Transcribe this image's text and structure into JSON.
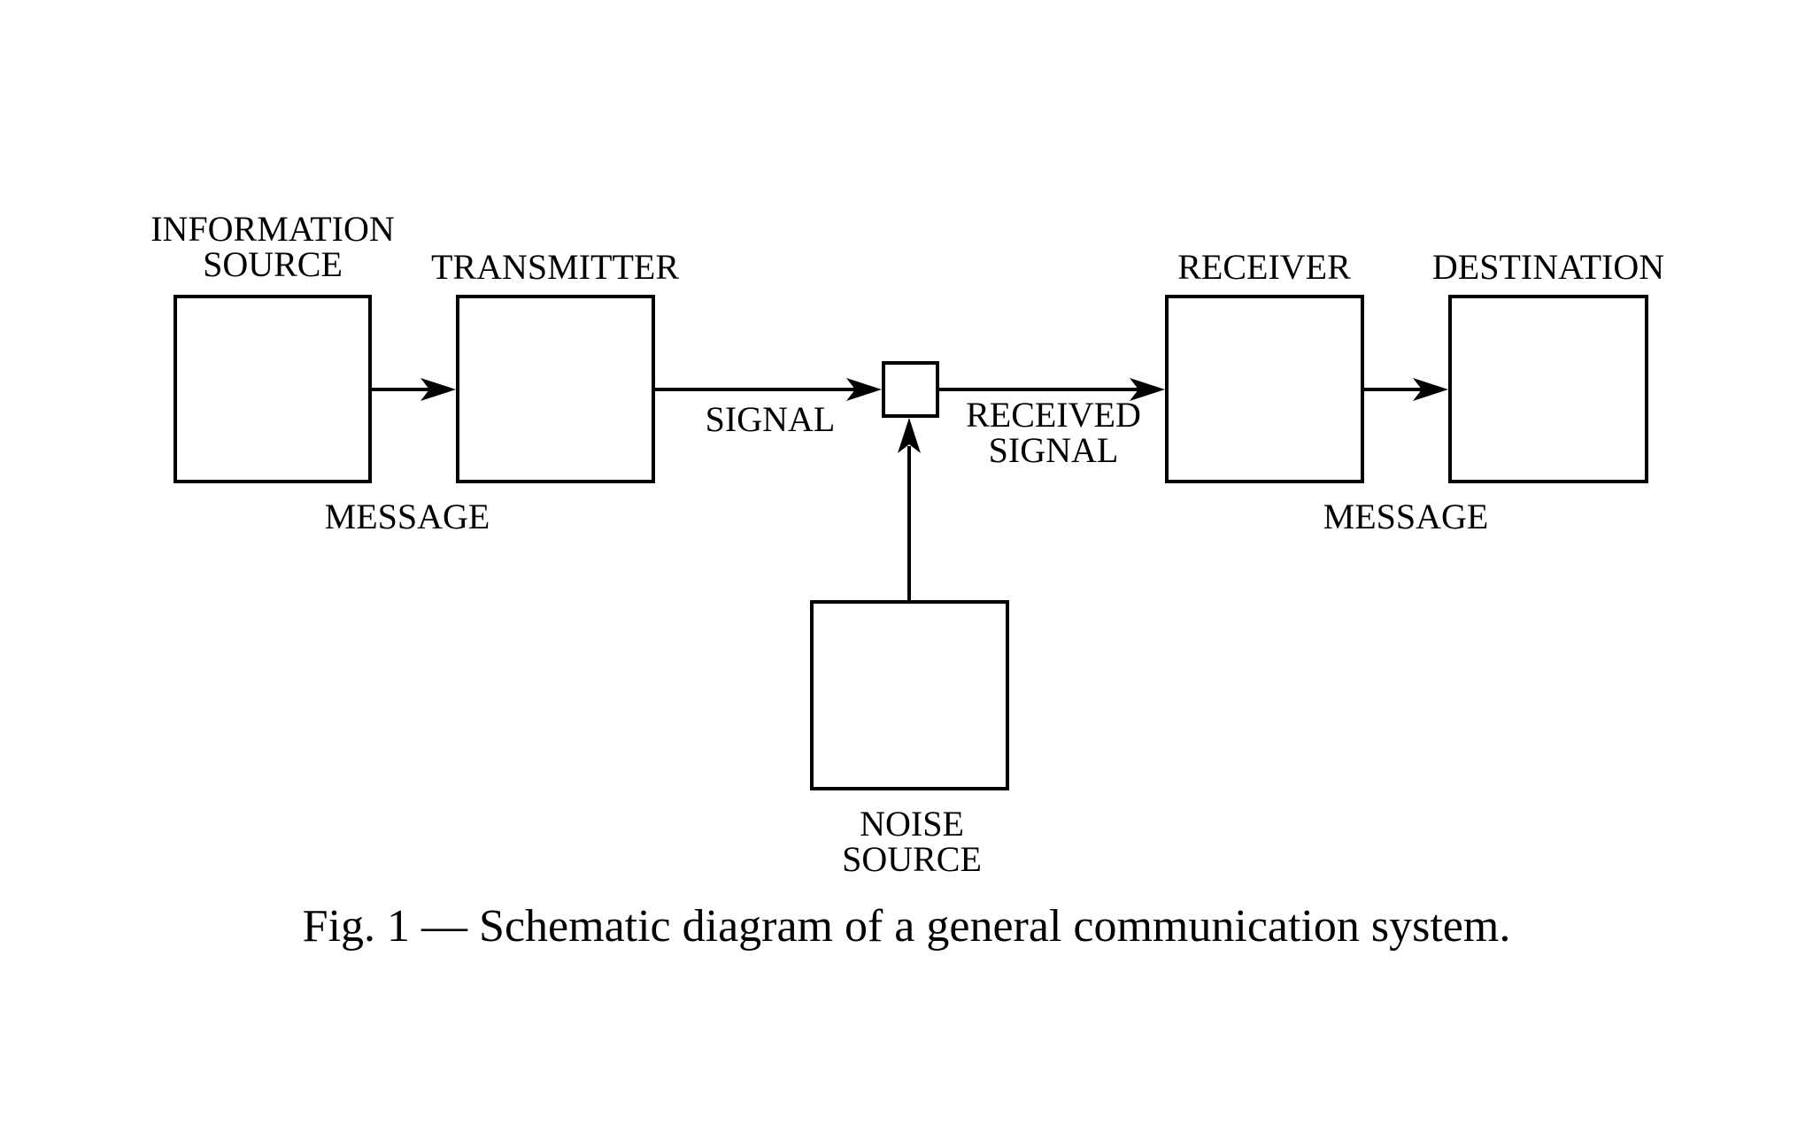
{
  "diagram": {
    "boxes": {
      "information_source": {
        "label": "INFORMATION\nSOURCE"
      },
      "transmitter": {
        "label": "TRANSMITTER"
      },
      "receiver": {
        "label": "RECEIVER"
      },
      "destination": {
        "label": "DESTINATION"
      },
      "noise_source": {
        "label": "NOISE\nSOURCE"
      }
    },
    "flow_labels": {
      "message_left": "MESSAGE",
      "signal": "SIGNAL",
      "received_signal": "RECEIVED\nSIGNAL",
      "message_right": "MESSAGE"
    },
    "caption": "Fig. 1 — Schematic diagram of a general communication system.",
    "colors": {
      "ink": "#000000",
      "background": "#ffffff"
    }
  }
}
